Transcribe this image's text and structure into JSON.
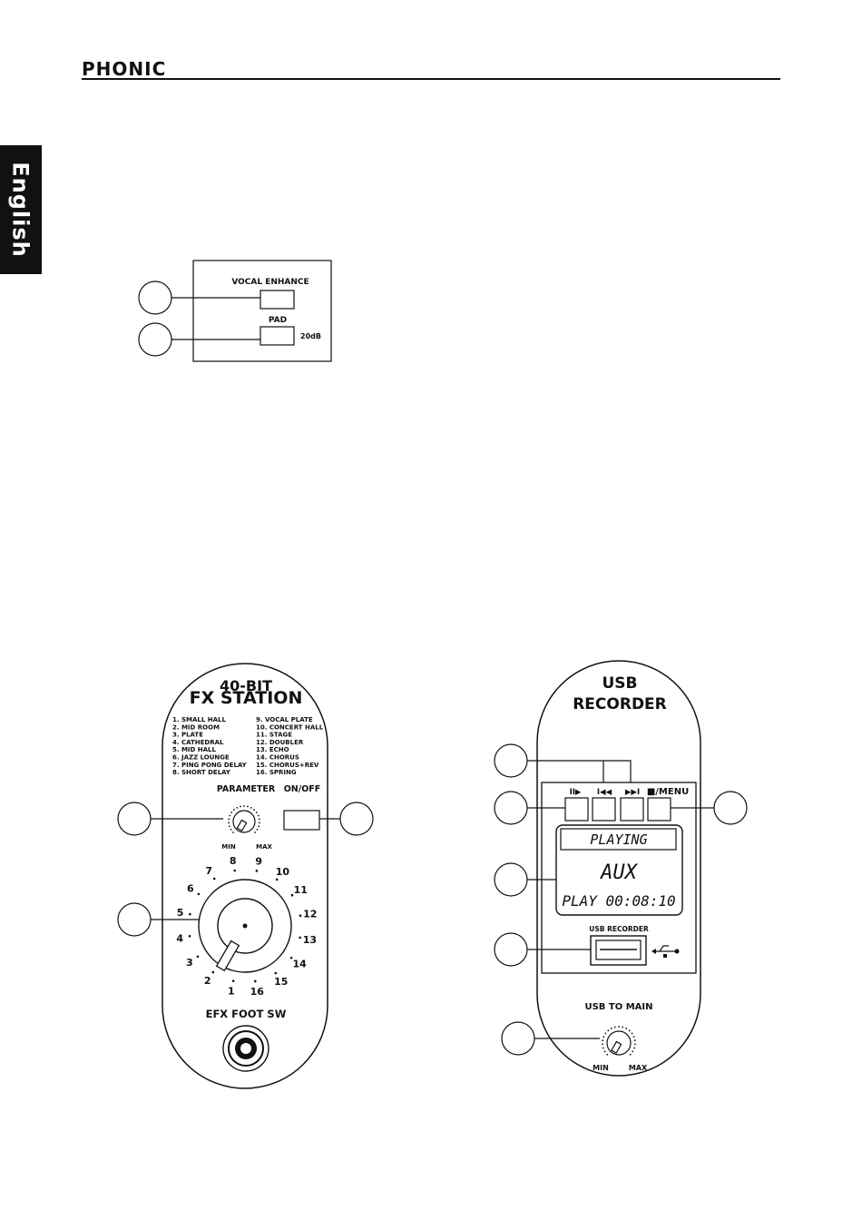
{
  "header": {
    "brand": "PHONIC"
  },
  "side_tab": {
    "language": "English"
  },
  "channel_panel": {
    "vocal_enhance_label": "VOCAL ENHANCE",
    "pad_label": "PAD",
    "pad_value": "20dB"
  },
  "fx_station": {
    "title_line1": "40-BIT",
    "title_line2": "FX STATION",
    "effects_left": [
      "1. SMALL HALL",
      "2. MID ROOM",
      "3. PLATE",
      "4. CATHEDRAL",
      "5. MID HALL",
      "6. JAZZ LOUNGE",
      "7. PING PONG DELAY",
      "8. SHORT DELAY"
    ],
    "effects_right": [
      "9. VOCAL PLATE",
      "10. CONCERT HALL",
      "11. STAGE",
      "12. DOUBLER",
      "13. ECHO",
      "14. CHORUS",
      "15. CHORUS+REV",
      "16. SPRING"
    ],
    "parameter_label": "PARAMETER",
    "onoff_label": "ON/OFF",
    "min_label": "MIN",
    "max_label": "MAX",
    "selector_numbers": [
      "1",
      "2",
      "3",
      "4",
      "5",
      "6",
      "7",
      "8",
      "9",
      "10",
      "11",
      "12",
      "13",
      "14",
      "15",
      "16"
    ],
    "foot_sw_label": "EFX FOOT SW"
  },
  "usb_recorder": {
    "title_line1": "USB",
    "title_line2": "RECORDER",
    "btn_play_pause": "II▶",
    "btn_prev": "I◀◀",
    "btn_next": "▶▶I",
    "btn_stop_menu": "■/MENU",
    "lcd_status": "PLAYING",
    "lcd_source": "AUX",
    "lcd_time": "PLAY 00:08:10",
    "port_label": "USB RECORDER",
    "usb_to_main_label": "USB TO MAIN",
    "min_label": "MIN",
    "max_label": "MAX"
  }
}
